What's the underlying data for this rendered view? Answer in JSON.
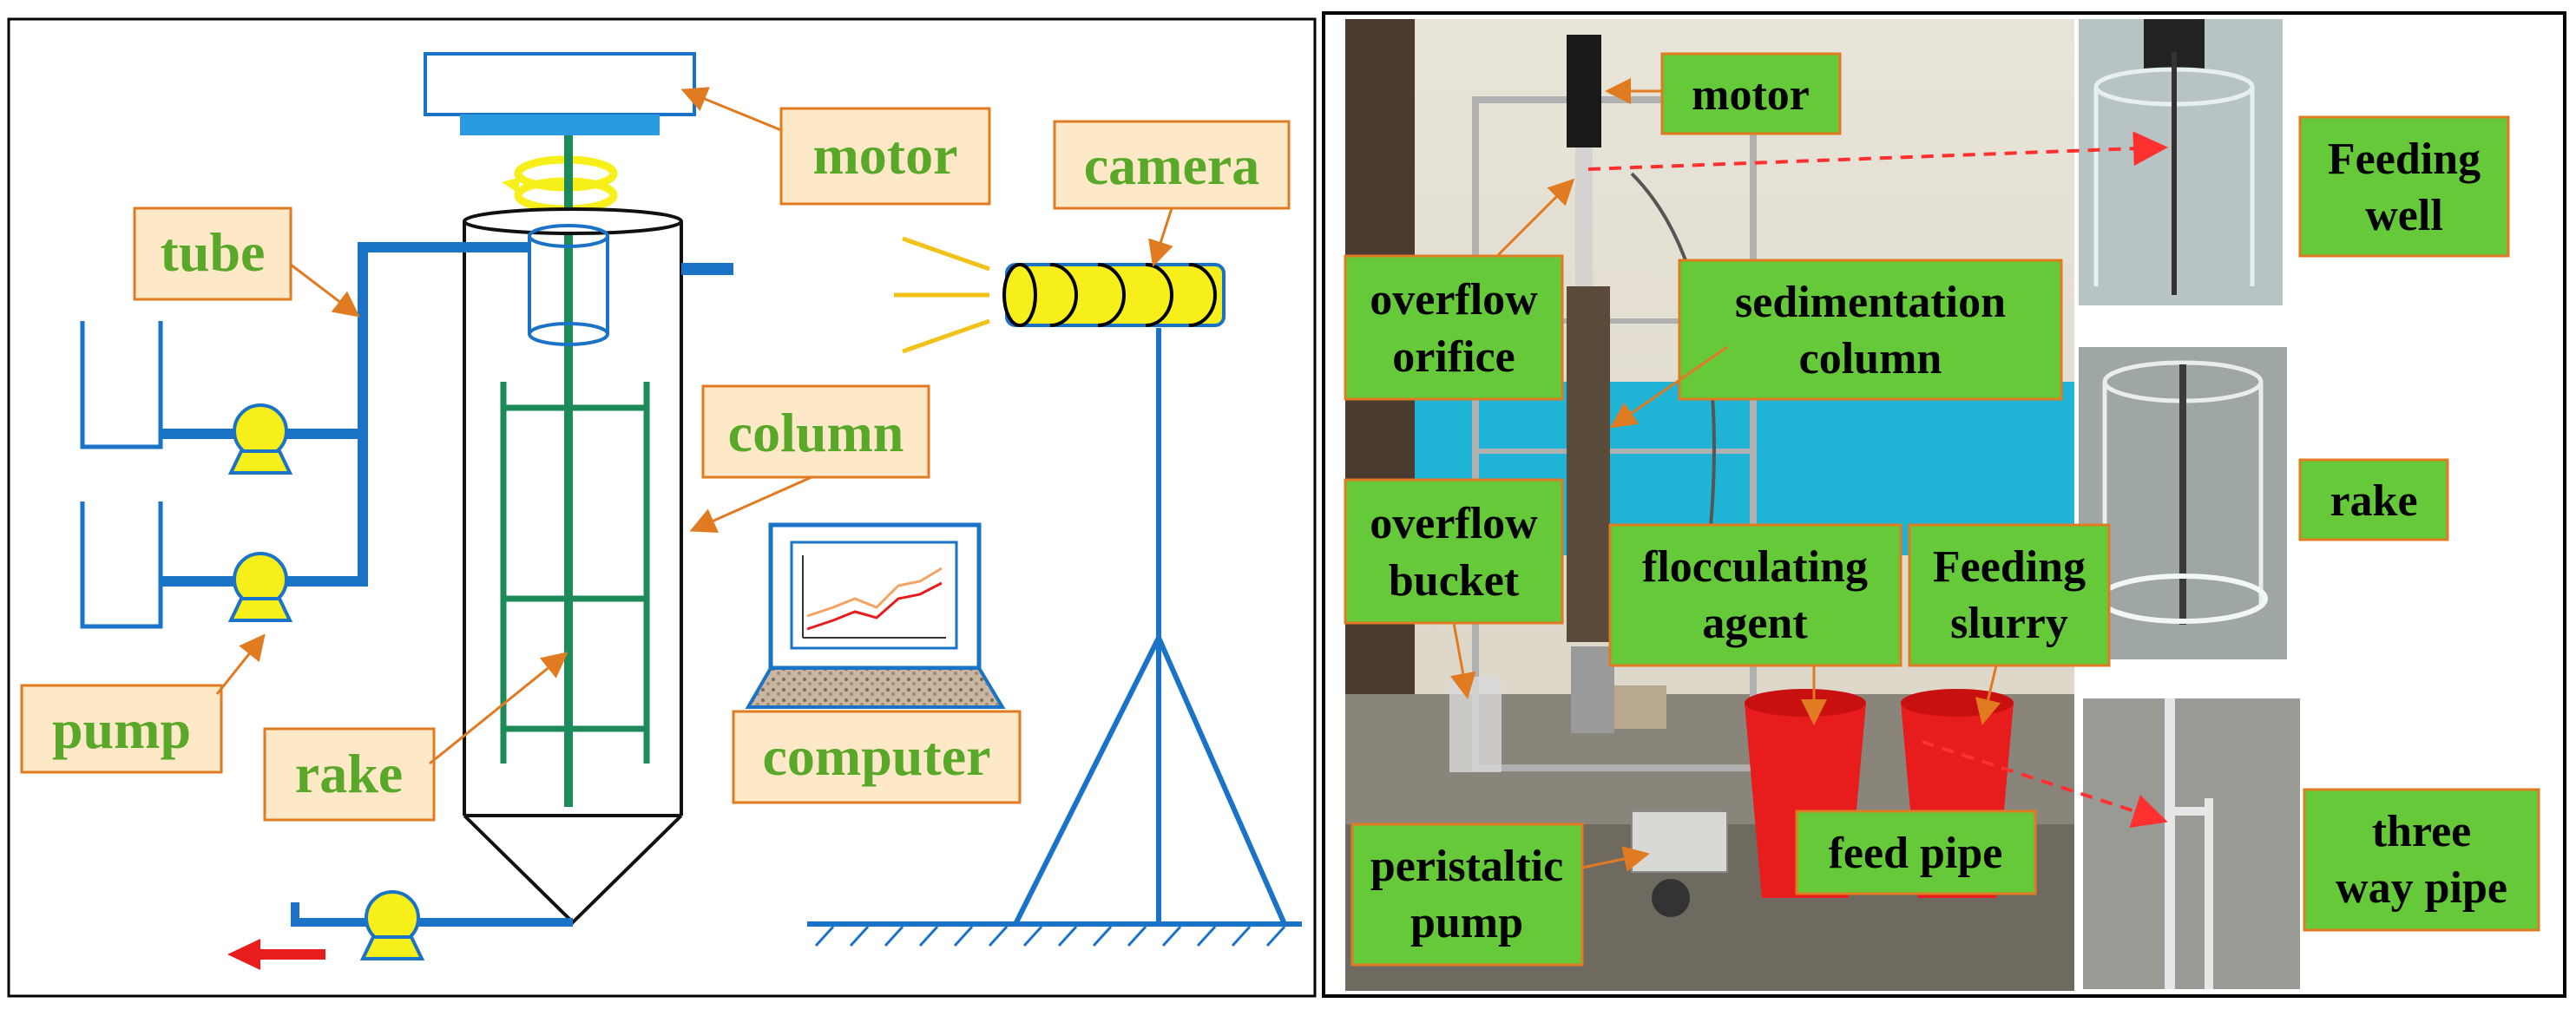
{
  "colors": {
    "label_box_fill": "#fde9c8",
    "label_box_stroke": "#e07b22",
    "left_label_text": "#5aa82a",
    "right_label_fill": "#66c93a",
    "right_label_stroke": "#e07b22",
    "pipe_blue": "#1a73c6",
    "pump_yellow": "#f6ef1a",
    "rake_green": "#1d8a5a",
    "arrow_orange": "#e07b22",
    "outflow_red": "#e81c1c",
    "wall_cyan": "#1fb3d6"
  },
  "left_panel": {
    "labels": {
      "motor": "motor",
      "camera": "camera",
      "tube": "tube",
      "column": "column",
      "pump": "pump",
      "rake": "rake",
      "computer": "computer"
    },
    "icons": [
      "motor-icon",
      "camera-icon",
      "pump-icon",
      "laptop-icon",
      "tripod-icon",
      "beaker-icon",
      "spiral-arrow-icon",
      "outflow-arrow-icon"
    ]
  },
  "right_panel": {
    "labels": {
      "motor": "motor",
      "overflow_orifice": [
        "overflow",
        "orifice"
      ],
      "sedimentation_column": [
        "sedimentation",
        "column"
      ],
      "overflow_bucket": [
        "overflow",
        "bucket"
      ],
      "flocculating_agent": [
        "flocculating",
        "agent"
      ],
      "feeding_slurry": [
        "Feeding",
        "slurry"
      ],
      "peristaltic_pump": [
        "peristaltic",
        "pump"
      ],
      "feed_pipe": "feed pipe",
      "feeding_well": [
        "Feeding",
        "well"
      ],
      "rake": "rake",
      "three_way_pipe": [
        "three",
        "way pipe"
      ]
    },
    "photos": [
      "apparatus-photo",
      "feeding-well-photo",
      "rake-photo",
      "three-way-pipe-photo"
    ]
  }
}
